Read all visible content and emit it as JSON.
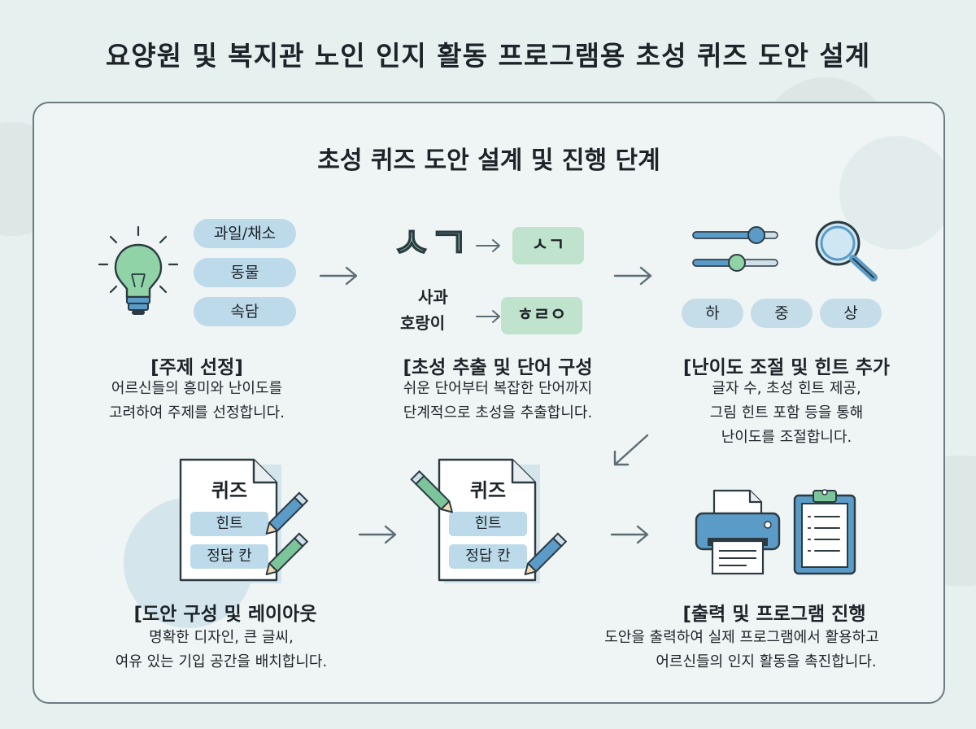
{
  "page_title": "요양원 및 복지관 노인 인지 활동 프로그램용 초성 퀴즈 도안 설계",
  "panel_title": "초성 퀴즈 도안 설계 및 진행 단계",
  "step1": {
    "topics": [
      "과일/채소",
      "동물",
      "속담"
    ],
    "title": "[주제 선정]",
    "desc": [
      "어르신들의 흥미와 난이도를",
      "고려하여 주제를 선정합니다."
    ]
  },
  "step2": {
    "big_glyph": "ㅅㄱ",
    "words": [
      "사과",
      "호랑이"
    ],
    "chosung": [
      "ㅅㄱ",
      "ㅎㄹㅇ"
    ],
    "title": "[초성 추출 및 단어 구성",
    "desc": [
      "쉬운 단어부터 복잡한 단어까지",
      "단계적으로 초성을 추출합니다."
    ]
  },
  "step3": {
    "levels": [
      "하",
      "중",
      "상"
    ],
    "title": "[난이도 조절 및 힌트 추가",
    "desc": [
      "글자 수, 초성 힌트 제공,",
      "그림 힌트 포함 등을 통해",
      "난이도를 조절합니다."
    ]
  },
  "step4": {
    "doc": {
      "heading": "퀴즈",
      "hint": "힌트",
      "answer": "정답 칸"
    },
    "title": "[도안 구성 및 레이아웃",
    "desc": [
      "명확한 디자인, 큰 글씨,",
      "여유 있는 기입 공간을 배치합니다."
    ]
  },
  "step5": {
    "doc": {
      "heading": "퀴즈",
      "hint": "힌트",
      "answer": "정답 칸"
    }
  },
  "step6": {
    "title": "[출력 및 프로그램 진행",
    "desc": [
      "도안을 출력하여 실제 프로그램에서 활용하고",
      "어르신들의 인지 활동을 촉진합니다."
    ]
  },
  "icons": [
    "lightbulb-icon",
    "slider-icon",
    "magnifier-icon",
    "pencil-icon",
    "printer-icon",
    "clipboard-icon",
    "arrow-icon"
  ],
  "colors": {
    "accent_blue": "#4f8fbf",
    "accent_green": "#7cc59a",
    "pill_blue": "#bcdaea",
    "tag_green": "#bfe3cc",
    "border": "#6c7b82"
  }
}
